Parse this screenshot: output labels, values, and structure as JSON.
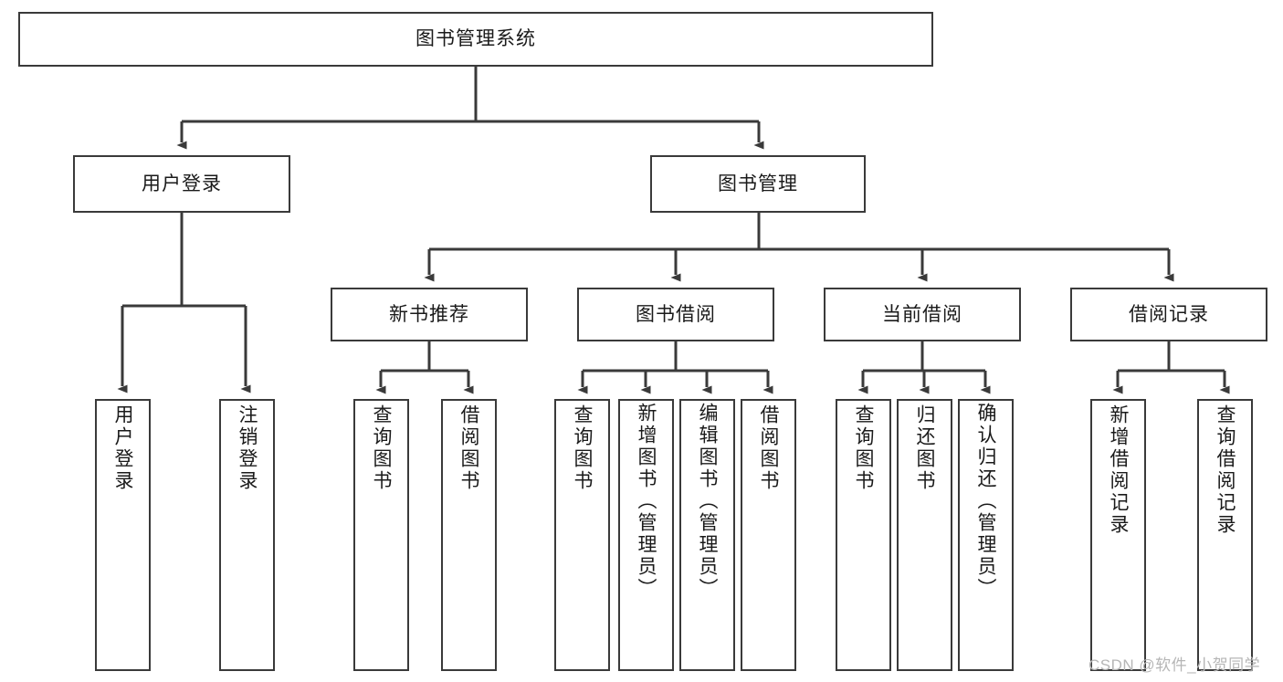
{
  "diagram": {
    "title": "图书管理系统",
    "type": "tree-hierarchy-chart",
    "watermark": "CSDN @软件_小贺同学",
    "colors": {
      "box_border": "#3a3a3a",
      "box_fill": "#ffffff",
      "edge": "#3a3a3a",
      "text": "#1a1a1a",
      "watermark": "#b6b6b6",
      "background": "#ffffff"
    }
  },
  "nodes": {
    "root": {
      "label": "图书管理系统"
    },
    "level1": [
      {
        "id": "user-login",
        "label": "用户登录"
      },
      {
        "id": "book-manage",
        "label": "图书管理"
      }
    ],
    "level2": [
      {
        "id": "new-book-recommend",
        "label": "新书推荐"
      },
      {
        "id": "book-borrow",
        "label": "图书借阅"
      },
      {
        "id": "current-borrow",
        "label": "当前借阅"
      },
      {
        "id": "borrow-record",
        "label": "借阅记录"
      }
    ],
    "leaves": {
      "user_login": [
        {
          "id": "leaf-user-login",
          "label": "用户登录"
        },
        {
          "id": "leaf-logout-login",
          "label": "注销登录"
        }
      ],
      "new_book_recommend": [
        {
          "id": "leaf-query-book-1",
          "label": "查询图书"
        },
        {
          "id": "leaf-borrow-book-1",
          "label": "借阅图书"
        }
      ],
      "book_borrow": [
        {
          "id": "leaf-query-book-2",
          "label": "查询图书"
        },
        {
          "id": "leaf-add-book",
          "label": "新增图书（管理员）"
        },
        {
          "id": "leaf-edit-book",
          "label": "编辑图书（管理员）"
        },
        {
          "id": "leaf-borrow-book-2",
          "label": "借阅图书"
        }
      ],
      "current_borrow": [
        {
          "id": "leaf-query-book-3",
          "label": "查询图书"
        },
        {
          "id": "leaf-return-book",
          "label": "归还图书"
        },
        {
          "id": "leaf-confirm-return",
          "label": "确认归还（管理员）"
        }
      ],
      "borrow_record": [
        {
          "id": "leaf-add-record",
          "label": "新增借阅记录"
        },
        {
          "id": "leaf-query-record",
          "label": "查询借阅记录"
        }
      ]
    }
  }
}
